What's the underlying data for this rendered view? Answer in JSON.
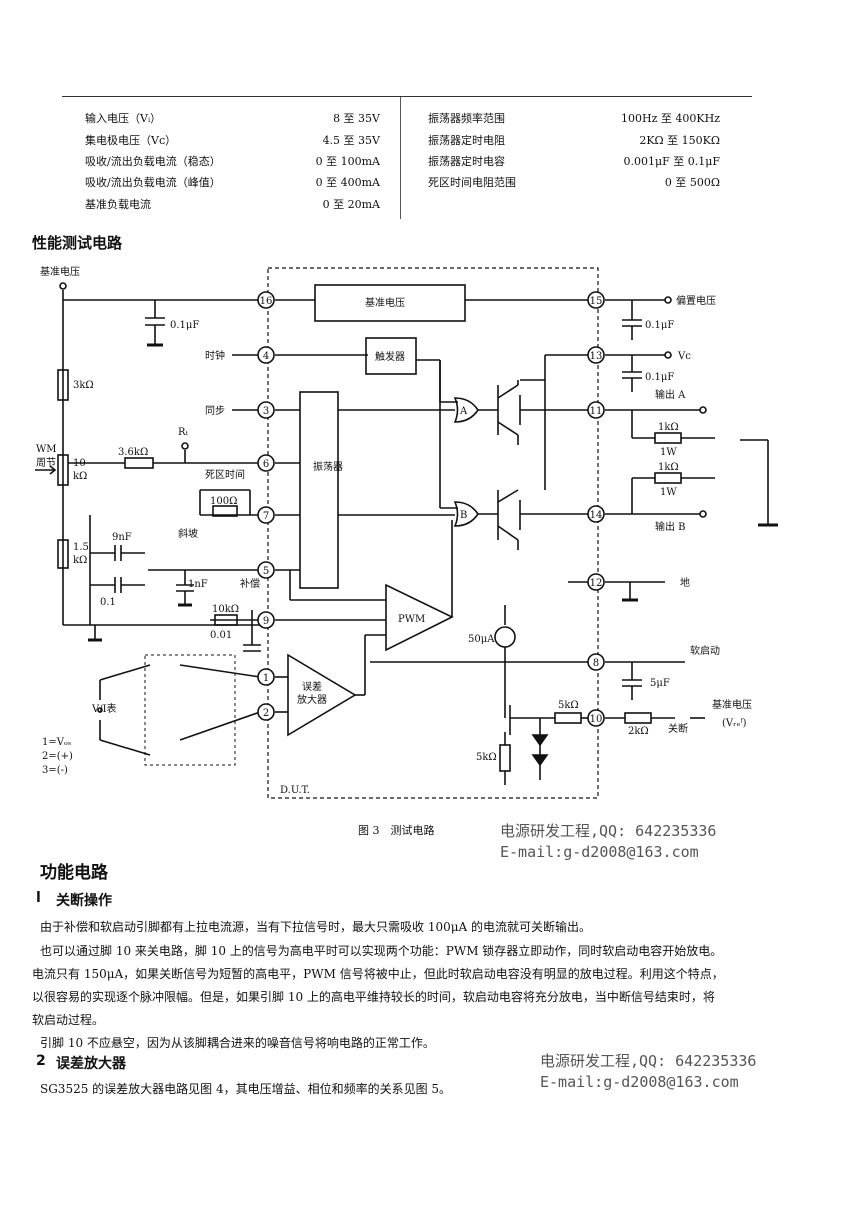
{
  "specs": {
    "left": [
      {
        "label": "输入电压（Vᵢ）",
        "value": "8 至 35V"
      },
      {
        "label": "集电极电压（Vᴄ）",
        "value": "4.5 至 35V"
      },
      {
        "label": "吸收/流出负载电流（稳态）",
        "value": "0 至 100mA"
      },
      {
        "label": "吸收/流出负载电流（峰值）",
        "value": "0 至 400mA"
      },
      {
        "label": "基准负载电流",
        "value": "0 至 20mA"
      }
    ],
    "right": [
      {
        "label": "振荡器频率范围",
        "value": "100Hz 至 400KHz"
      },
      {
        "label": "振荡器定时电阻",
        "value": "2KΩ 至 150KΩ"
      },
      {
        "label": "振荡器定时电容",
        "value": "0.001μF 至 0.1μF"
      },
      {
        "label": "死区时间电阻范围",
        "value": "0 至 500Ω"
      }
    ]
  },
  "section_title": "性能测试电路",
  "circuit": {
    "labels": {
      "vref_top": "基准电压",
      "ref_block": "基准电压",
      "bias": "偏置电压",
      "clock": "时钟",
      "sync": "同步",
      "trigger": "触发器",
      "rt": "Rₜ",
      "deadtime": "死区时间",
      "osc": "振荡器",
      "ramp": "斜坡",
      "comp": "补偿",
      "pwm": "PWM",
      "erramp1": "误差",
      "erramp2": "放大器",
      "vc": "Vᴄ",
      "outA": "输出 A",
      "outB": "输出 B",
      "gnd": "地",
      "softstart": "软启动",
      "vref_right": "基准电压",
      "vref_sub": "(Vᵣₑᶠ)",
      "shutdown": "关断",
      "pwm_adj1": "WM",
      "pwm_adj2": "周节",
      "vi_meter": "V/I表",
      "legend1": "1=Vₒₛ",
      "legend2": "2=(+)",
      "legend3": "3=(-)",
      "dut": "D.U.T.",
      "gateA": "A",
      "gateB": "B",
      "cur50": "50μA"
    },
    "values": {
      "c01": "0.1μF",
      "c01b": "0.1μF",
      "c01c": "0.1μF",
      "r3k": "3kΩ",
      "r36k": "3.6kΩ",
      "r10k": "10",
      "r10k2": "kΩ",
      "r15k": "1.5",
      "r15k2": "kΩ",
      "c9n": "9nF",
      "c1n": "1nF",
      "c01d": "0.1",
      "r100": "100Ω",
      "r10kb": "10kΩ",
      "c001": "0.01",
      "r1k1": "1kΩ",
      "w1": "1W",
      "r1k2": "1kΩ",
      "w2": "1W",
      "c5u": "5μF",
      "r5k": "5kΩ",
      "r5kb": "5kΩ",
      "r2k": "2kΩ"
    },
    "pins": [
      "16",
      "4",
      "3",
      "6",
      "7",
      "5",
      "9",
      "1",
      "2",
      "15",
      "13",
      "11",
      "14",
      "12",
      "8",
      "10"
    ]
  },
  "figure_caption": "图 3　测试电路",
  "watermark1": {
    "line1": "电源研发工程,QQ: 642235336",
    "line2": "E-mail:g-d2008@163.com"
  },
  "section2_title": "功能电路",
  "sub1": {
    "num": "l",
    "title": "关断操作"
  },
  "paragraphs": [
    "由于补偿和软启动引脚都有上拉电流源，当有下拉信号时，最大只需吸收 100μA 的电流就可关断输出。",
    "也可以通过脚 10 来关电路，脚 10 上的信号为高电平时可以实现两个功能：PWM 锁存器立即动作，同时软启动电容开始放电。",
    "电流只有 150μA，如果关断信号为短暂的高电平，PWM 信号将被中止，但此时软启动电容没有明显的放电过程。利用这个特点，",
    "以很容易的实现逐个脉冲限幅。但是，如果引脚 10 上的高电平维持较长的时间，软启动电容将充分放电，当中断信号结束时，将",
    "软启动过程。",
    "引脚 10 不应悬空，因为从该脚耦合进来的噪音信号将响电路的正常工作。"
  ],
  "sub2": {
    "num": "2",
    "title": "误差放大器"
  },
  "para2": "SG3525 的误差放大器电路见图 4，其电压增益、相位和频率的关系见图 5。",
  "watermark2": {
    "line1": "电源研发工程,QQ: 642235336",
    "line2": "E-mail:g-d2008@163.com"
  }
}
